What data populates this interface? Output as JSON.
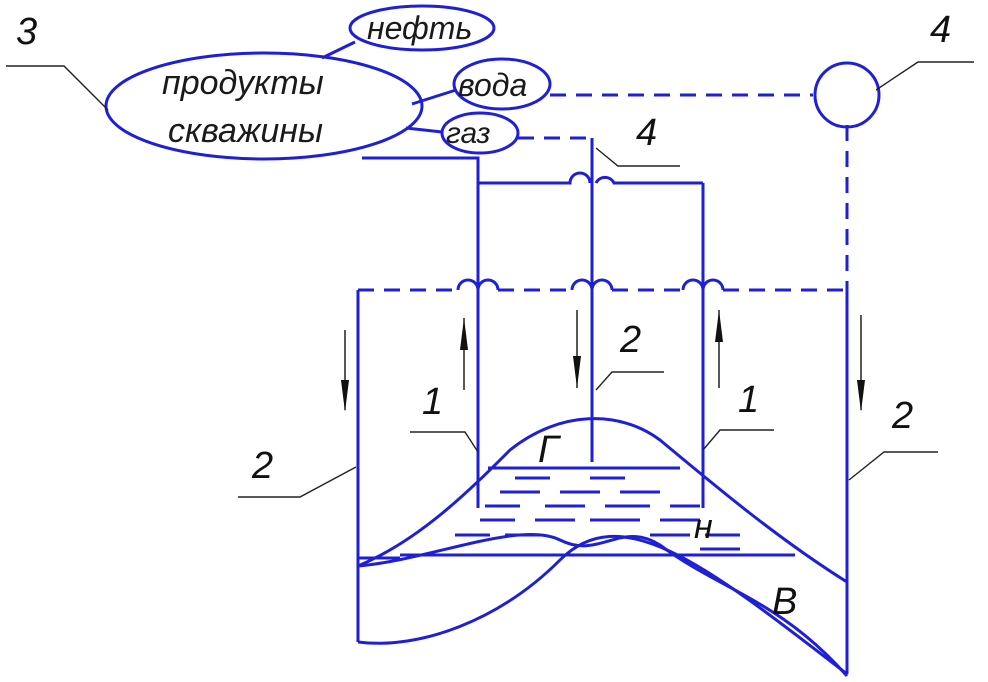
{
  "labels": {
    "n3": "3",
    "n4_top": "4",
    "n4_mid": "4",
    "n2_center": "2",
    "n2_left": "2",
    "n2_right": "2",
    "n1_left": "1",
    "n1_right": "1"
  },
  "bubbles": {
    "main": [
      "продукты",
      "скважины"
    ],
    "oil": "нефть",
    "water": "вода",
    "gas": "газ"
  },
  "zones": {
    "gas": "Г",
    "oil": "н",
    "water": "В"
  },
  "colors": {
    "line": "#1f1fd6",
    "text": "#111111"
  }
}
